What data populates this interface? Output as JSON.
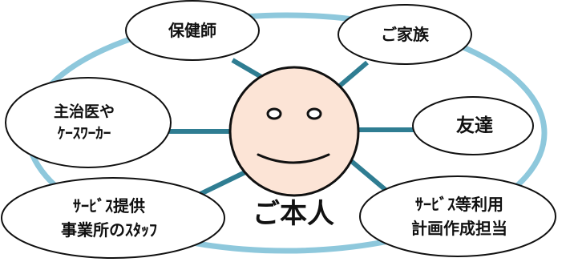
{
  "colors": {
    "ring": "#8ec8dc",
    "spoke": "#2f7d92",
    "face_fill": "#fce4d6",
    "outline": "#111111"
  },
  "center": {
    "label": "ご本人"
  },
  "nodes": {
    "hokenshi": {
      "lines": [
        "保健師"
      ]
    },
    "gokazoku": {
      "lines": [
        "ご家族"
      ]
    },
    "shujii": {
      "lines": [
        "主治医や",
        "ｹｰｽﾜｰｶｰ"
      ]
    },
    "tomodachi": {
      "lines": [
        "友達"
      ]
    },
    "service_staff": {
      "lines": [
        "ｻｰﾋﾞｽ提供",
        "事業所のｽﾀｯﾌ"
      ]
    },
    "service_plan": {
      "lines": [
        "ｻｰﾋﾞｽ等利用",
        "計画作成担当"
      ]
    }
  }
}
